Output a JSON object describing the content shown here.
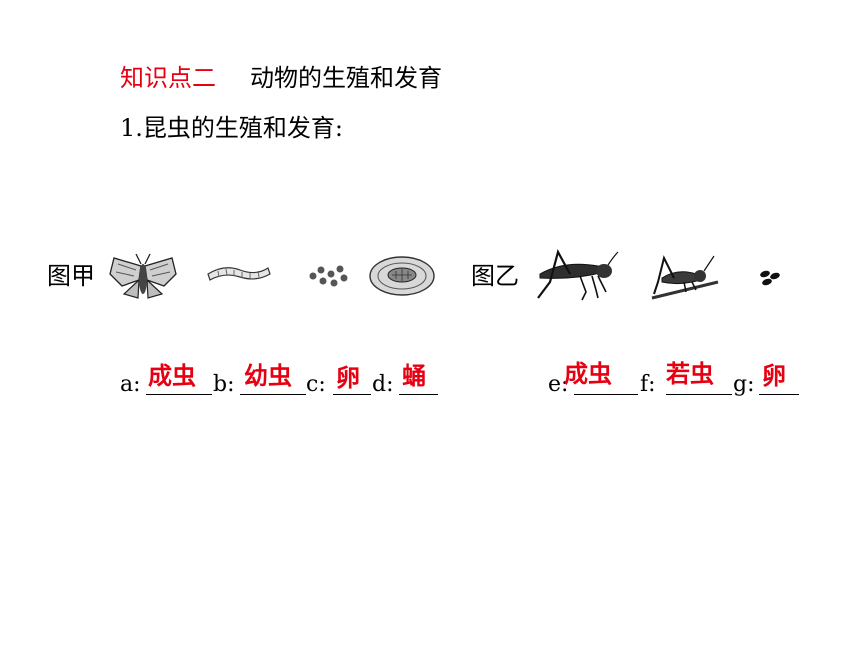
{
  "heading": {
    "label": "知识点二",
    "title": "动物的生殖和发育"
  },
  "section": {
    "title": "1.昆虫的生殖和发育:"
  },
  "figure_a": {
    "label": "图甲",
    "icons": [
      "moth-icon",
      "larva-icon",
      "eggs-icon",
      "cocoon-icon"
    ]
  },
  "figure_b": {
    "label": "图乙",
    "icons": [
      "adult-grasshopper-icon",
      "nymph-grasshopper-icon",
      "grasshopper-eggs-icon"
    ]
  },
  "blanks": [
    {
      "letter": "a:",
      "answer": "成虫"
    },
    {
      "letter": "b:",
      "answer": "幼虫"
    },
    {
      "letter": "c:",
      "answer": "卵"
    },
    {
      "letter": "d:",
      "answer": "蛹"
    },
    {
      "letter": "e:",
      "answer": "成虫"
    },
    {
      "letter": "f:",
      "answer": "若虫"
    },
    {
      "letter": "g:",
      "answer": "卵"
    }
  ],
  "colors": {
    "accent": "#e60012",
    "text": "#000000"
  }
}
